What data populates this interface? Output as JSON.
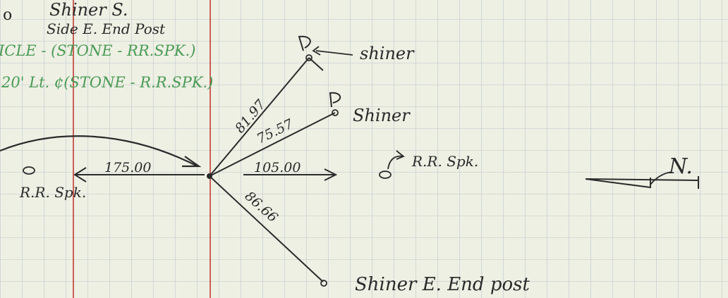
{
  "notes": {
    "line1": "Shiner S.",
    "line2": "Side E. End Post",
    "line3": "ICLE - (STONE - RR.SPK.)",
    "line4": "20' Lt. ¢(STONE - R.R.SPK.)"
  },
  "points": {
    "rr_spike_left": "R.R. Spk.",
    "rr_spike_right": "R.R. Spk.",
    "shiner_top": "shiner",
    "shiner_mid": "Shiner",
    "shiner_bottom": "Shiner E. End post"
  },
  "distances": {
    "to_left_spike": "175.00",
    "to_right_spike": "105.00",
    "to_top_shiner": "81.97",
    "to_mid_shiner": "75.57",
    "to_bottom_shiner": "86.66"
  },
  "north_arrow": {
    "label": "N."
  },
  "colors": {
    "paper": "#eef0e4",
    "grid": "#b9c4c9",
    "red_rule": "#c23b32",
    "ink": "#2a2a2a",
    "green_ink": "#4a9a55"
  }
}
